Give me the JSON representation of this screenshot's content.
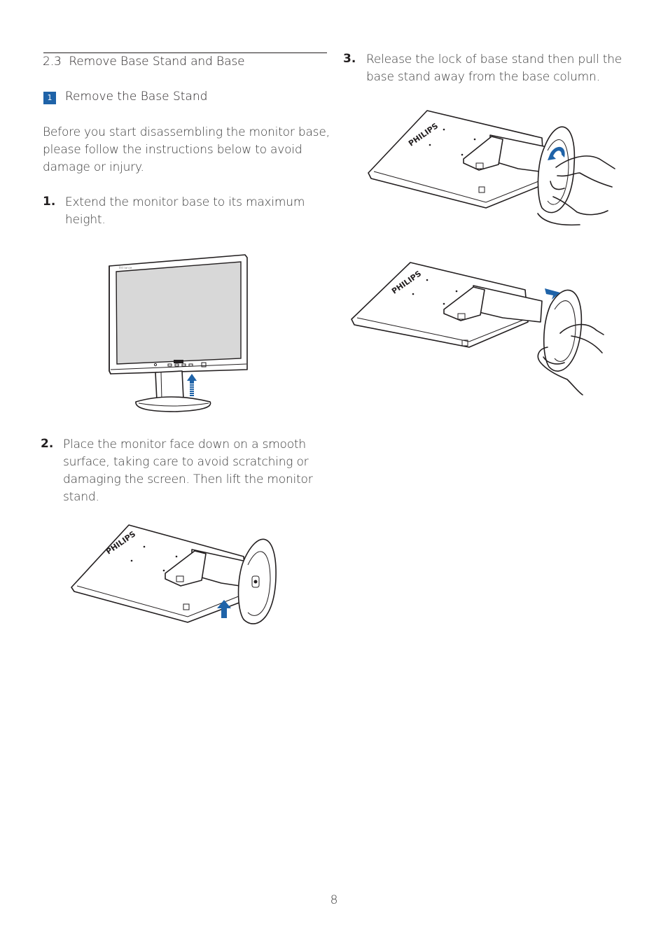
{
  "section": {
    "number": "2.3",
    "title": "Remove Base Stand and Base"
  },
  "subsection": {
    "number": "1",
    "title": "Remove the Base Stand"
  },
  "intro": [
    "Before you start disassembling the monitor base,",
    "please follow the instructions below to avoid",
    "damage or injury."
  ],
  "steps": [
    {
      "num": "1.",
      "lines": [
        "Extend the monitor base to its maximum",
        "height."
      ]
    },
    {
      "num": "2.",
      "lines": [
        "Place the monitor face down on a smooth",
        "surface, taking care to avoid scratching or",
        "damaging the screen. Then lift the monitor",
        "stand."
      ]
    },
    {
      "num": "3.",
      "lines": [
        "Release the lock of base stand then pull the",
        "base stand away from the base column."
      ]
    }
  ],
  "figure_text": {
    "brand": "PHILIPS"
  },
  "colors": {
    "accent": "#1f63a8",
    "text": "#231f20"
  },
  "page_number": "8"
}
